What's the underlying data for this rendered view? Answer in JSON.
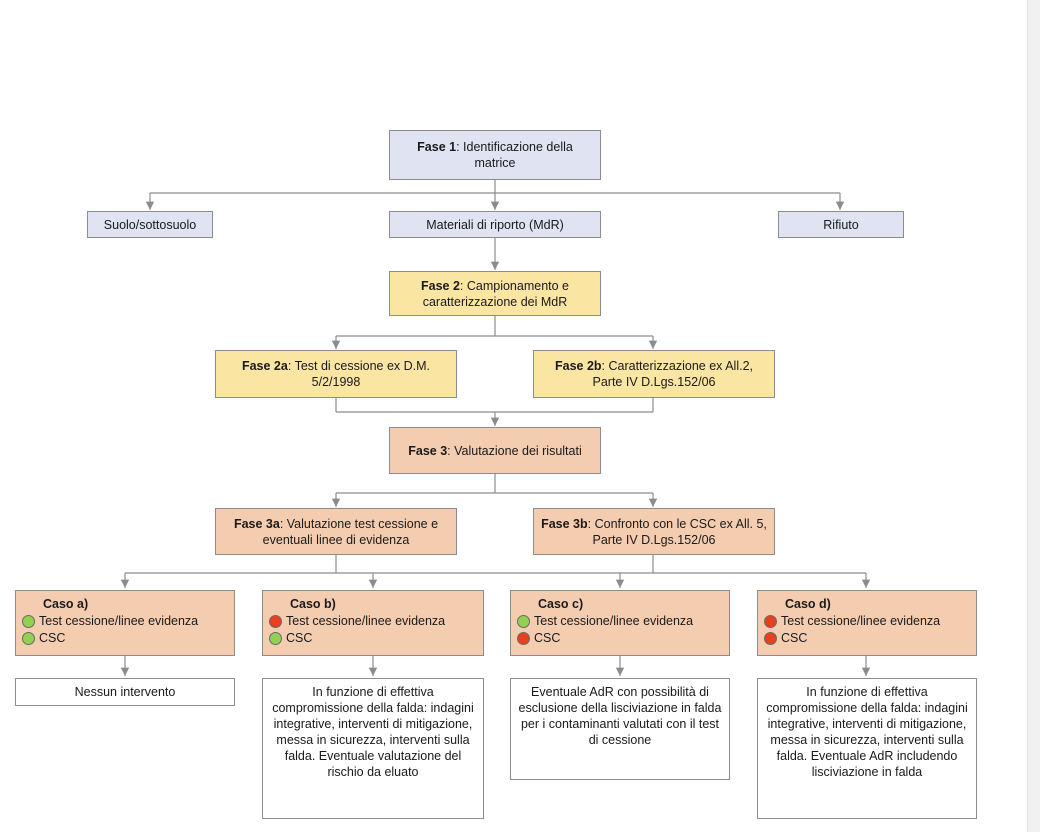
{
  "phase1": {
    "bold": "Fase 1",
    "text": ": Identificazione della matrice"
  },
  "matrices": {
    "suolo": "Suolo/sottosuolo",
    "mdr": "Materiali di riporto (MdR)",
    "rifiuto": "Rifiuto"
  },
  "phase2": {
    "bold": "Fase 2",
    "text": ": Campionamento e caratterizzazione dei MdR"
  },
  "phase2a": {
    "bold": "Fase 2a",
    "text": ": Test di cessione ex D.M. 5/2/1998"
  },
  "phase2b": {
    "bold": "Fase 2b",
    "text": ": Caratterizzazione ex All.2, Parte IV D.Lgs.152/06"
  },
  "phase3": {
    "bold": "Fase 3",
    "text": ": Valutazione dei risultati"
  },
  "phase3a": {
    "bold": "Fase 3a",
    "text": ": Valutazione test cessione e eventuali linee di evidenza"
  },
  "phase3b": {
    "bold": "Fase 3b",
    "text": ": Confronto con le CSC ex All. 5, Parte IV D.Lgs.152/06"
  },
  "status_colors": {
    "green": "#92d050",
    "red": "#e8401c"
  },
  "cases": [
    {
      "title": "Caso a)",
      "test_label": "Test cessione/linee evidenza",
      "test_status": "green",
      "csc_label": "CSC",
      "csc_status": "green",
      "outcome": "Nessun intervento"
    },
    {
      "title": "Caso b)",
      "test_label": "Test cessione/linee evidenza",
      "test_status": "red",
      "csc_label": "CSC",
      "csc_status": "green",
      "outcome": "In funzione di effettiva compromissione della falda: indagini integrative, interventi di mitigazione, messa in sicurezza, interventi sulla falda. Eventuale valutazione del rischio da eluato"
    },
    {
      "title": "Caso c)",
      "test_label": "Test cessione/linee evidenza",
      "test_status": "green",
      "csc_label": "CSC",
      "csc_status": "red",
      "outcome": "Eventuale AdR con possibilità di esclusione della lisciviazione in falda per i contaminanti valutati con il test di cessione"
    },
    {
      "title": "Caso d)",
      "test_label": "Test cessione/linee evidenza",
      "test_status": "red",
      "csc_label": "CSC",
      "csc_status": "red",
      "outcome": "In funzione di effettiva compromissione della falda: indagini integrative, interventi di mitigazione, messa in sicurezza, interventi sulla falda. Eventuale AdR includendo lisciviazione in falda"
    }
  ]
}
